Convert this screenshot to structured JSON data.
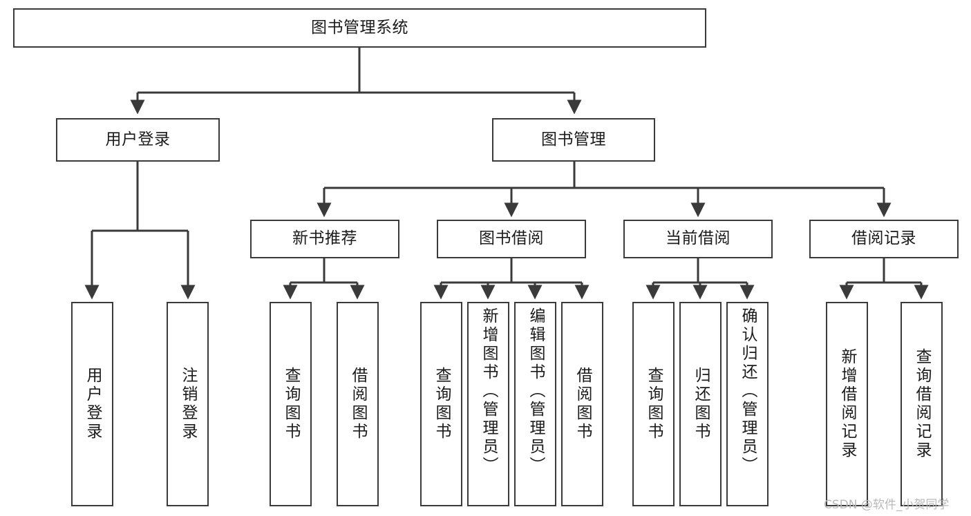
{
  "diagram": {
    "title": "图书管理系统",
    "type": "功能结构图",
    "colors": {
      "stroke": "#3a3a3a",
      "fill": "#ffffff",
      "text": "#1b1b1b",
      "watermark": "#b9b9b9"
    },
    "root": {
      "id": "root",
      "label": "图书管理系统"
    },
    "level2": [
      {
        "id": "user-login",
        "label": "用户登录"
      },
      {
        "id": "book-management",
        "label": "图书管理"
      }
    ],
    "level3": [
      {
        "id": "new-book-recommend",
        "label": "新书推荐"
      },
      {
        "id": "book-borrow",
        "label": "图书借阅"
      },
      {
        "id": "current-borrow",
        "label": "当前借阅"
      },
      {
        "id": "borrow-record",
        "label": "借阅记录"
      }
    ],
    "leaves": {
      "user-login": [
        {
          "id": "leaf-user-login",
          "label": "用户登录"
        },
        {
          "id": "leaf-logout",
          "label": "注销登录"
        }
      ],
      "new-book-recommend": [
        {
          "id": "leaf-query-book-1",
          "label": "查询图书"
        },
        {
          "id": "leaf-borrow-book-1",
          "label": "借阅图书"
        }
      ],
      "book-borrow": [
        {
          "id": "leaf-query-book-2",
          "label": "查询图书"
        },
        {
          "id": "leaf-add-book",
          "label": "新增图书（管理员）"
        },
        {
          "id": "leaf-edit-book",
          "label": "编辑图书（管理员）"
        },
        {
          "id": "leaf-borrow-book-2",
          "label": "借阅图书"
        }
      ],
      "current-borrow": [
        {
          "id": "leaf-query-book-3",
          "label": "查询图书"
        },
        {
          "id": "leaf-return-book",
          "label": "归还图书"
        },
        {
          "id": "leaf-confirm-return",
          "label": "确认归还（管理员）"
        }
      ],
      "borrow-record": [
        {
          "id": "leaf-add-record",
          "label": "新增借阅记录"
        },
        {
          "id": "leaf-query-record",
          "label": "查询借阅记录"
        }
      ]
    }
  },
  "watermark": {
    "text": "CSDN @软件_小贺同学"
  }
}
